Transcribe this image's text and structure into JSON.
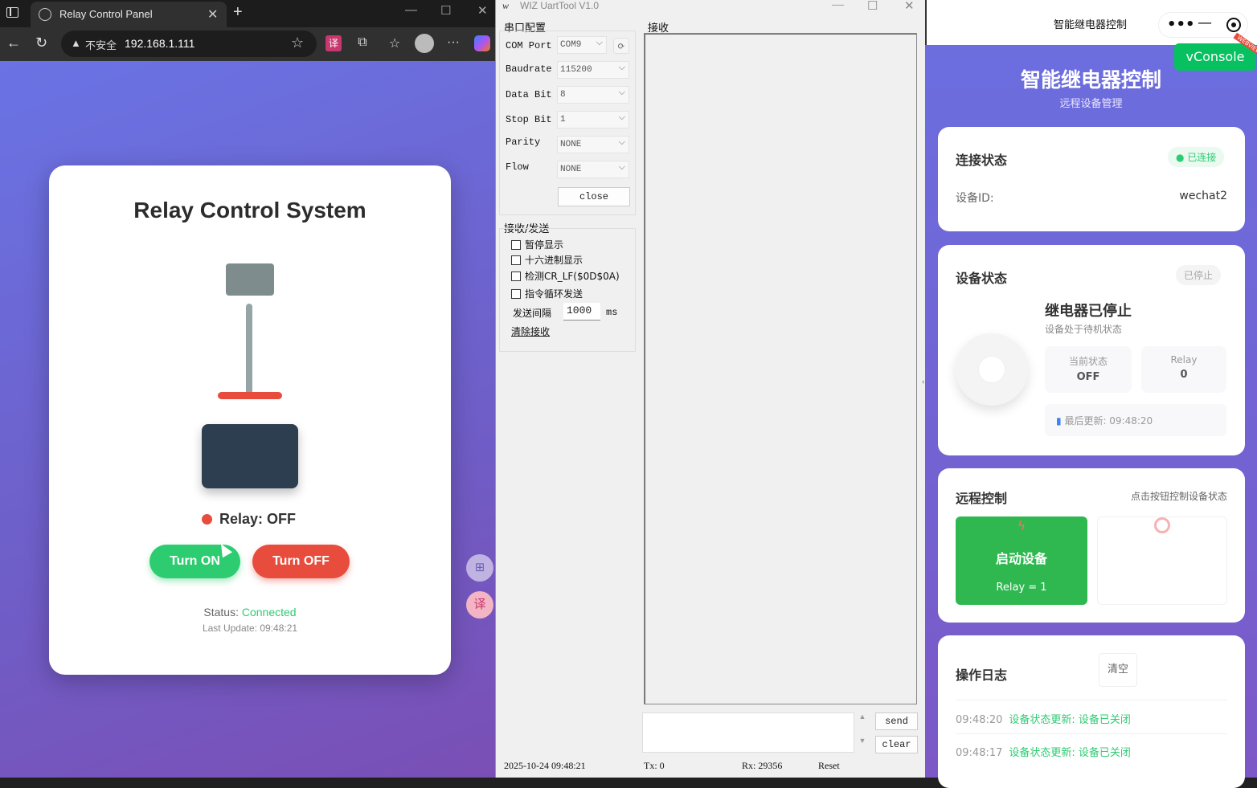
{
  "browser": {
    "tab_title": "Relay Control Panel",
    "security_label": "不安全",
    "url": "192.168.1.111",
    "page": {
      "heading": "Relay Control System",
      "relay_state_text": "Relay: OFF",
      "turn_on_label": "Turn ON",
      "turn_off_label": "Turn OFF",
      "status_label": "Status:",
      "status_value": "Connected",
      "last_update": "Last Update: 09:48:21"
    }
  },
  "uart": {
    "title": "WIZ UartTool V1.0",
    "config_group": "串口配置",
    "fields": [
      {
        "label": "COM Port",
        "value": "COM9"
      },
      {
        "label": "Baudrate",
        "value": "115200"
      },
      {
        "label": "Data Bit",
        "value": "8"
      },
      {
        "label": "Stop Bit",
        "value": "1"
      },
      {
        "label": "Parity",
        "value": "NONE"
      },
      {
        "label": "Flow",
        "value": "NONE"
      }
    ],
    "close_label": "close",
    "rs_group": "接收/发送",
    "checks": [
      "暂停显示",
      "十六进制显示",
      "检测CR_LF($0D$0A)",
      "指令循环发送"
    ],
    "interval_label": "发送间隔",
    "interval_value": "1000",
    "interval_unit": "ms",
    "clear_recv": "清除接收",
    "recv_label": "接收",
    "send_label": "send",
    "clear_label": "clear",
    "status": {
      "datetime": "2025-10-24 09:48:21",
      "tx": "Tx: 0",
      "rx": "Rx: 29356",
      "reset": "Reset"
    }
  },
  "wechat": {
    "nav_title": "智能继电器控制",
    "vconsole": "vConsole",
    "vconsole_tag": "WEBVIEW",
    "header_title": "智能继电器控制",
    "header_sub": "远程设备管理",
    "conn_card": {
      "title": "连接状态",
      "badge": "已连接",
      "device_id_label": "设备ID:",
      "device_id": "wechat2"
    },
    "device_card": {
      "title": "设备状态",
      "badge": "已停止",
      "state_title": "继电器已停止",
      "state_sub": "设备处于待机状态",
      "cur_label": "当前状态",
      "cur_value": "OFF",
      "relay_label": "Relay",
      "relay_value": "0",
      "last_update": "最后更新: 09:48:20"
    },
    "control_card": {
      "title": "远程控制",
      "hint": "点击按钮控制设备状态",
      "start_label": "启动设备",
      "start_sub": "Relay = 1"
    },
    "log_card": {
      "title": "操作日志",
      "clear": "清空",
      "entries": [
        {
          "time": "09:48:20",
          "msg": "设备状态更新: 设备已关闭"
        },
        {
          "time": "09:48:17",
          "msg": "设备状态更新: 设备已关闭"
        }
      ]
    }
  }
}
